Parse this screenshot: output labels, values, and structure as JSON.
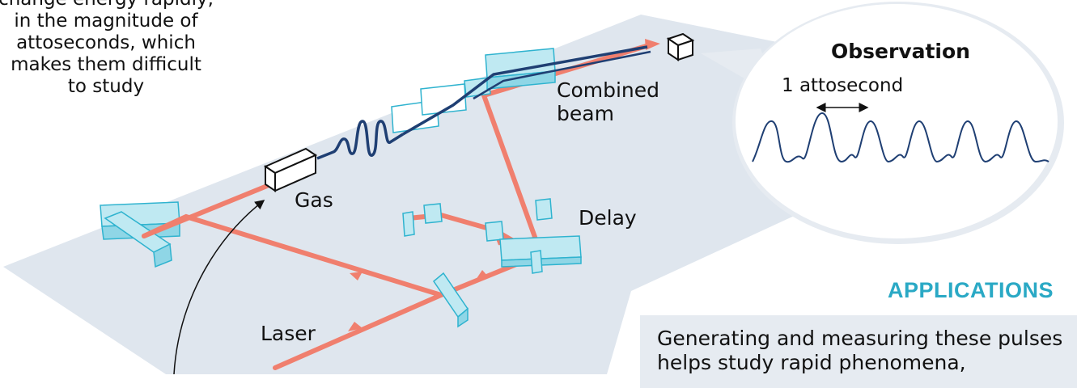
{
  "intro_text": [
    "change energy rapidly,",
    "in the magnitude of",
    "attoseconds, which",
    "makes them difficult",
    "to study"
  ],
  "labels": {
    "gas": "Gas",
    "laser": "Laser",
    "delay": "Delay",
    "combined_beam": [
      "Combined",
      "beam"
    ]
  },
  "observation": {
    "title": "Observation",
    "scale_label": "1 attosecond"
  },
  "applications": {
    "title": "APPLICATIONS",
    "text": [
      "Generating and measuring these pulses",
      "helps study rapid phenomena,"
    ]
  },
  "colors": {
    "laser_beam": "#f07f6e",
    "pulse_wave": "#1f3f73",
    "optics_fill": "#bfe9f2",
    "optics_edge": "#2fb3cf",
    "table": "#dfe6ee",
    "accent": "#2aa9c5"
  }
}
